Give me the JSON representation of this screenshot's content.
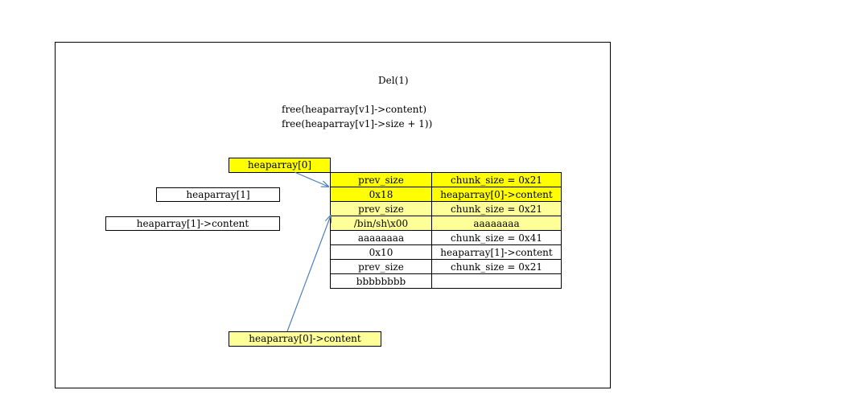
{
  "title": "Del(1)",
  "code_lines": [
    "free(heaparray[v1]->content)",
    "free(heaparray[v1]->size + 1))"
  ],
  "pointers": {
    "heaparray0": "heaparray[0]",
    "heaparray1": "heaparray[1]",
    "heaparray1_content": "heaparray[1]->content",
    "heaparray0_content": "heaparray[0]->content"
  },
  "memory_rows": [
    {
      "left": "prev_size",
      "right": "chunk_size = 0x21",
      "fill_left": "#ffff00",
      "fill_right": "#ffff00"
    },
    {
      "left": "0x18",
      "right": "heaparray[0]->content",
      "fill_left": "#ffff00",
      "fill_right": "#ffff00"
    },
    {
      "left": "prev_size",
      "right": "chunk_size = 0x21",
      "fill_left": "#ffff99",
      "fill_right": "#ffff99"
    },
    {
      "left": "/bin/sh\\x00",
      "right": "aaaaaaaa",
      "fill_left": "#ffff99",
      "fill_right": "#ffff99"
    },
    {
      "left": "aaaaaaaa",
      "right": "chunk_size = 0x41",
      "fill_left": "#ffffff",
      "fill_right": "#ffffff"
    },
    {
      "left": "0x10",
      "right": "heaparray[1]->content",
      "fill_left": "#ffffff",
      "fill_right": "#ffffff"
    },
    {
      "left": "prev_size",
      "right": "chunk_size = 0x21",
      "fill_left": "#ffffff",
      "fill_right": "#ffffff"
    },
    {
      "left": "bbbbbbbb",
      "right": "",
      "fill_left": "#ffffff",
      "fill_right": "#ffffff"
    }
  ],
  "colors": {
    "bright_yellow": "#ffff00",
    "light_yellow": "#ffff99",
    "arrow": "#4f81bd"
  }
}
